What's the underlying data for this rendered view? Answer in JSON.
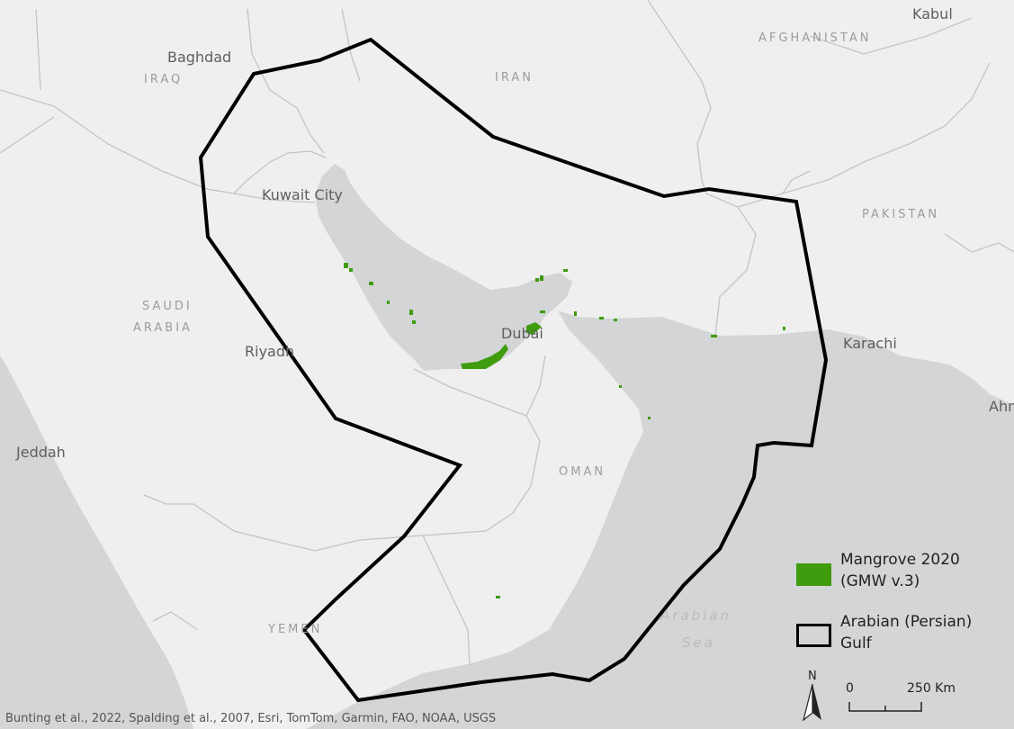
{
  "map": {
    "cities": {
      "kabul": "Kabul",
      "baghdad": "Baghdad",
      "kuwait_city": "Kuwait City",
      "riyadh": "Riyadh",
      "dubai": "Dubai",
      "karachi": "Karachi",
      "jeddah": "Jeddah",
      "ahm": "Ahm"
    },
    "countries": {
      "afghanistan": "AFGHANISTAN",
      "iraq": "IRAQ",
      "iran": "IRAN",
      "pakistan": "PAKISTAN",
      "saudi_line1": "SAUDI",
      "saudi_line2": "ARABIA",
      "oman": "OMAN",
      "yemen": "YEMEN"
    },
    "water": {
      "arabian_sea_line1": "Arabian",
      "arabian_sea_line2": "Sea"
    },
    "colors": {
      "land": "#efefef",
      "water": "#d3d5d6",
      "border": "#c4c4c4",
      "mangrove": "#3f9c0f",
      "region_outline": "#000000"
    }
  },
  "legend": {
    "mangrove_label_line1": "Mangrove 2020",
    "mangrove_label_line2": "(GMW v.3)",
    "gulf_label_line1": "Arabian (Persian)",
    "gulf_label_line2": "Gulf"
  },
  "north_arrow": {
    "label": "N",
    "icon": "north-arrow-icon"
  },
  "scale_bar": {
    "start": "0",
    "end": "250 Km"
  },
  "credits": "Bunting et al., 2022, Spalding et al., 2007, Esri, TomTom, Garmin, FAO, NOAA, USGS"
}
